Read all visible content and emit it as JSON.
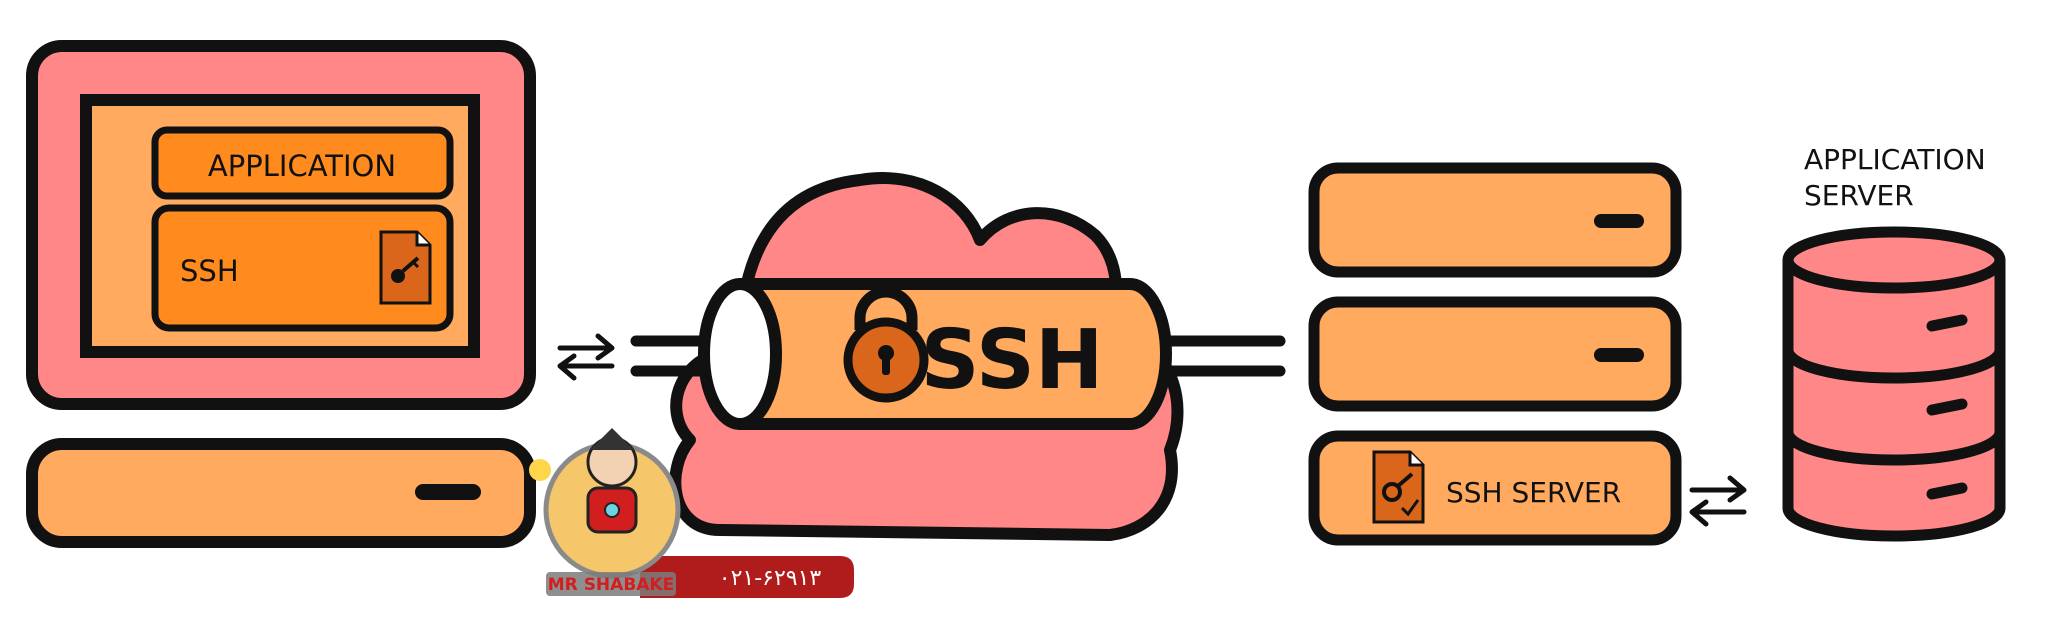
{
  "client": {
    "app_label": "APPLICATION",
    "ssh_label": "SSH"
  },
  "tunnel": {
    "label": "SSH"
  },
  "server": {
    "ssh_server_label": "SSH SERVER"
  },
  "database": {
    "label_line1": "APPLICATION",
    "label_line2": "SERVER"
  },
  "watermark": {
    "phone": "۰۲۱-۶۲۹۱۳",
    "logo_text": "MR SHABAKE"
  },
  "colors": {
    "pink": "#FF8787",
    "light_orange": "#FFAA5E",
    "orange": "#FF8A1E",
    "dark_red": "#B01C1C",
    "outline": "#111111"
  }
}
